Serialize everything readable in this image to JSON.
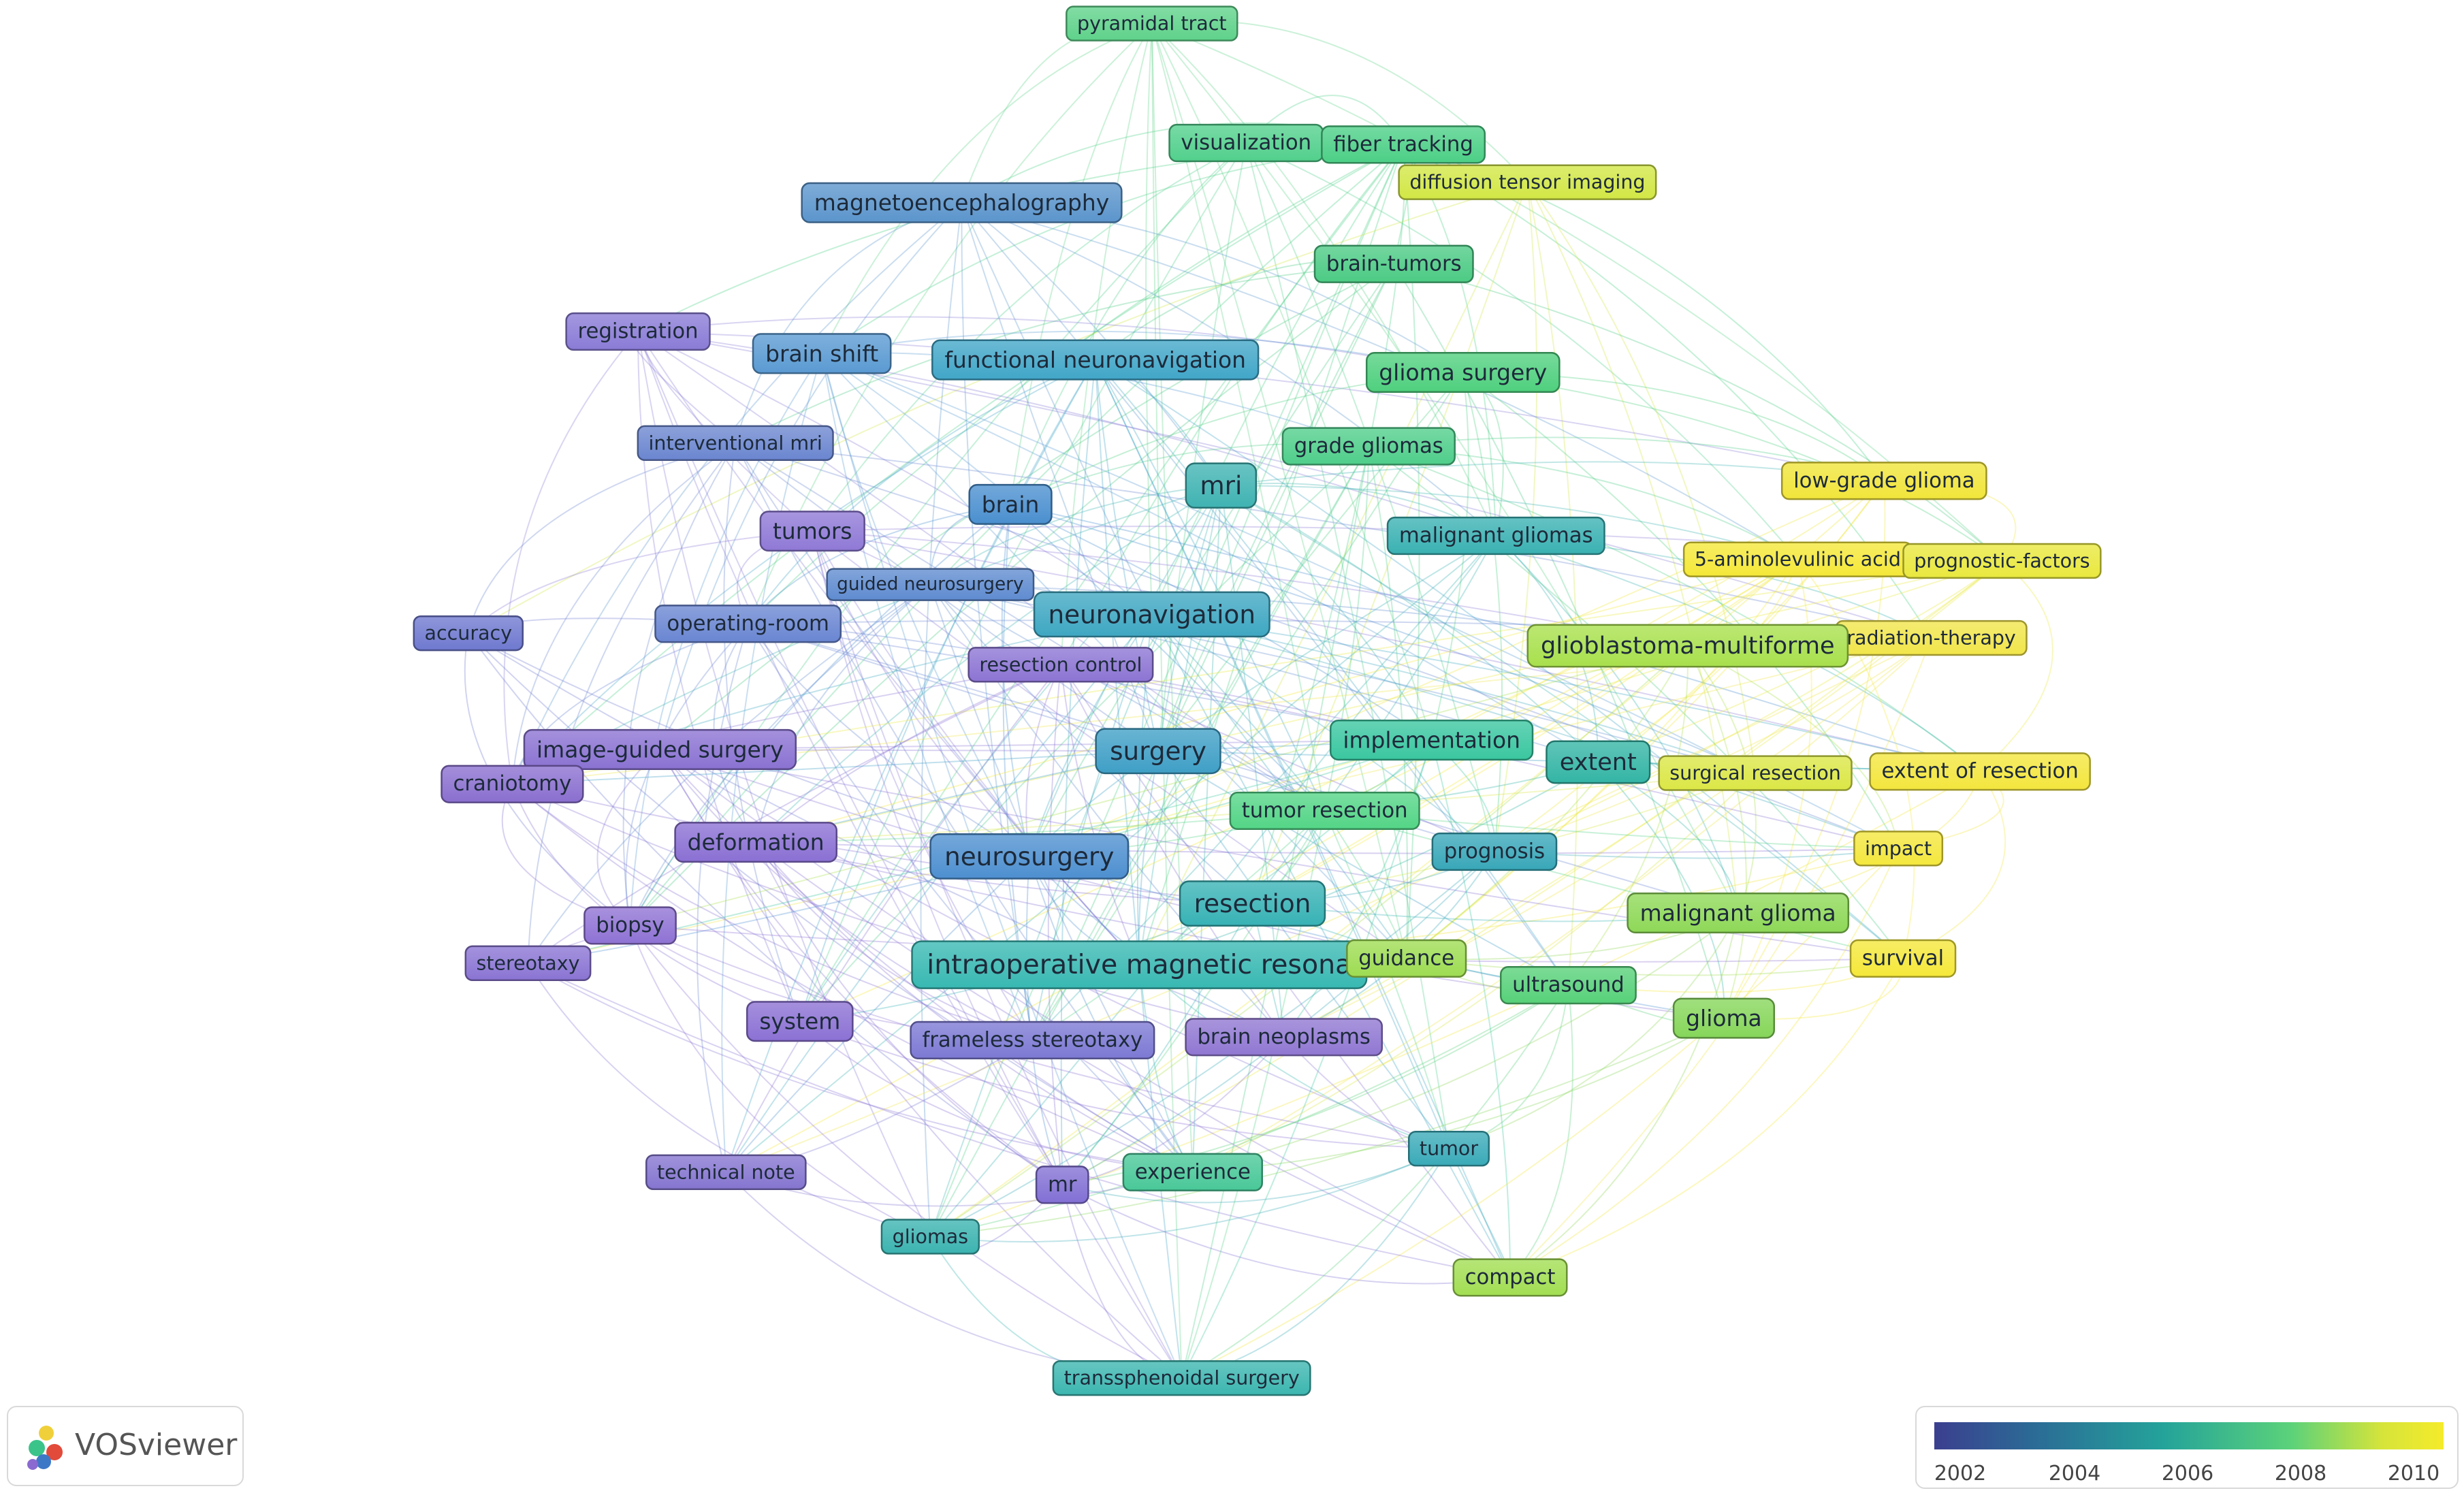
{
  "brand": {
    "name": "VOSviewer"
  },
  "legend": {
    "ticks": [
      "2002",
      "2004",
      "2006",
      "2008",
      "2010"
    ],
    "colors": [
      "#3b3f8f",
      "#2b6c96",
      "#24a39a",
      "#5bd27a",
      "#d6e43a",
      "#f5eb2a"
    ]
  },
  "nodes": [
    {
      "label": "pyramidal tract",
      "color": "#5fd28a"
    },
    {
      "label": "visualization",
      "color": "#52d08c"
    },
    {
      "label": "fiber tracking",
      "color": "#4ccf86"
    },
    {
      "label": "diffusion tensor imaging",
      "color": "#d2e745"
    },
    {
      "label": "magnetoencephalography",
      "color": "#5b95cc"
    },
    {
      "label": "brain-tumors",
      "color": "#4ccb84"
    },
    {
      "label": "registration",
      "color": "#8a7bd6"
    },
    {
      "label": "brain shift",
      "color": "#5a9ad2"
    },
    {
      "label": "functional neuronavigation",
      "color": "#41a6c8"
    },
    {
      "label": "glioma surgery",
      "color": "#4fd07e"
    },
    {
      "label": "interventional mri",
      "color": "#6b86d0"
    },
    {
      "label": "grade gliomas",
      "color": "#4fce8a"
    },
    {
      "label": "mri",
      "color": "#3fb3b2"
    },
    {
      "label": "low-grade glioma",
      "color": "#f1e53a"
    },
    {
      "label": "brain",
      "color": "#4a8fcf"
    },
    {
      "label": "tumors",
      "color": "#8f79d6"
    },
    {
      "label": "malignant gliomas",
      "color": "#3ab1b2"
    },
    {
      "label": "5-aminolevulinic acid",
      "color": "#f5e838"
    },
    {
      "label": "prognostic-factors",
      "color": "#e9e83e"
    },
    {
      "label": "guided neurosurgery",
      "color": "#5f8bd0"
    },
    {
      "label": "accuracy",
      "color": "#6f79cf"
    },
    {
      "label": "operating-room",
      "color": "#6a86d2"
    },
    {
      "label": "neuronavigation",
      "color": "#3ea7c2"
    },
    {
      "label": "radiation-therapy",
      "color": "#f1e54a"
    },
    {
      "label": "glioblastoma-multiforme",
      "color": "#a8e04c"
    },
    {
      "label": "resection control",
      "color": "#8c74d3"
    },
    {
      "label": "image-guided surgery",
      "color": "#8a72d2"
    },
    {
      "label": "surgery",
      "color": "#3f9fc6"
    },
    {
      "label": "implementation",
      "color": "#3ac7a0"
    },
    {
      "label": "extent",
      "color": "#33b5a5"
    },
    {
      "label": "craniotomy",
      "color": "#8a6fcf"
    },
    {
      "label": "surgical resection",
      "color": "#dbe745"
    },
    {
      "label": "extent of resection",
      "color": "#f3e63d"
    },
    {
      "label": "tumor resection",
      "color": "#53d586"
    },
    {
      "label": "deformation",
      "color": "#8a70d3"
    },
    {
      "label": "neurosurgery",
      "color": "#4d8fd0"
    },
    {
      "label": "prognosis",
      "color": "#38a7b8"
    },
    {
      "label": "impact",
      "color": "#f4e73d"
    },
    {
      "label": "resection",
      "color": "#37b2b5"
    },
    {
      "label": "malignant glioma",
      "color": "#8ed857"
    },
    {
      "label": "biopsy",
      "color": "#8f72d4"
    },
    {
      "label": "stereotaxy",
      "color": "#8a74d3"
    },
    {
      "label": "intraoperative magnetic resona",
      "color": "#38b8b2"
    },
    {
      "label": "guidance",
      "color": "#9edc52"
    },
    {
      "label": "survival",
      "color": "#f5e83a"
    },
    {
      "label": "ultrasound",
      "color": "#57d179"
    },
    {
      "label": "system",
      "color": "#8b71d4"
    },
    {
      "label": "frameless stereotaxy",
      "color": "#7c79d4"
    },
    {
      "label": "brain neoplasms",
      "color": "#9077d2"
    },
    {
      "label": "glioma",
      "color": "#86d65a"
    },
    {
      "label": "tumor",
      "color": "#3aaab8"
    },
    {
      "label": "technical note",
      "color": "#8575d0"
    },
    {
      "label": "mr",
      "color": "#8270d4"
    },
    {
      "label": "experience",
      "color": "#49c898"
    },
    {
      "label": "gliomas",
      "color": "#3bb3b0"
    },
    {
      "label": "compact",
      "color": "#a2de52"
    },
    {
      "label": "transsphenoidal surgery",
      "color": "#3cb6b0"
    }
  ]
}
